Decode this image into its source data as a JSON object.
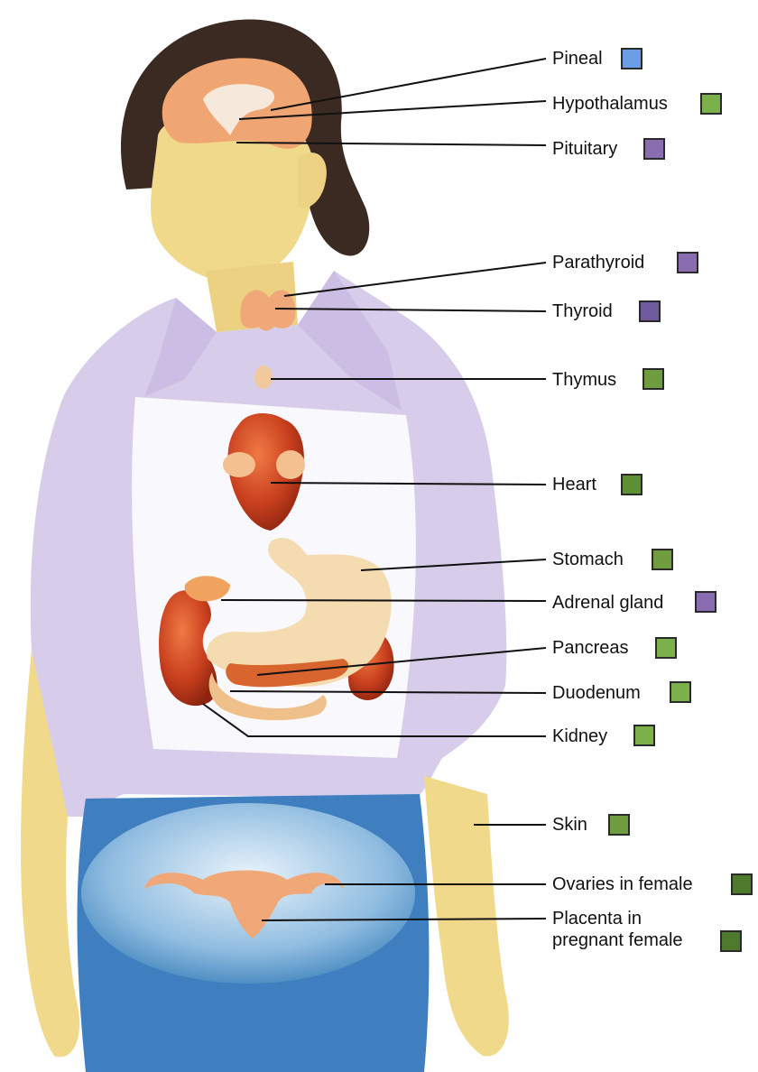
{
  "glands": [
    {
      "id": "pineal",
      "label": "Pineal",
      "color": "#6b9ee6"
    },
    {
      "id": "hypothalamus",
      "label": "Hypothalamus",
      "color": "#7bb04b"
    },
    {
      "id": "pituitary",
      "label": "Pituitary",
      "color": "#8a6cb0"
    },
    {
      "id": "parathyroid",
      "label": "Parathyroid",
      "color": "#8a6cb0"
    },
    {
      "id": "thyroid",
      "label": "Thyroid",
      "color": "#6f5a9e"
    },
    {
      "id": "thymus",
      "label": "Thymus",
      "color": "#6e9c3f"
    },
    {
      "id": "heart",
      "label": "Heart",
      "color": "#5f8f34"
    },
    {
      "id": "stomach",
      "label": "Stomach",
      "color": "#6e9c3f"
    },
    {
      "id": "adrenal-gland",
      "label": "Adrenal gland",
      "color": "#8a6cb0"
    },
    {
      "id": "pancreas",
      "label": "Pancreas",
      "color": "#7bb04b"
    },
    {
      "id": "duodenum",
      "label": "Duodenum",
      "color": "#7bb04b"
    },
    {
      "id": "kidney",
      "label": "Kidney",
      "color": "#7bb04b"
    },
    {
      "id": "skin",
      "label": "Skin",
      "color": "#6e9c3f"
    },
    {
      "id": "ovaries",
      "label": "Ovaries in female",
      "color": "#4f7a2e"
    },
    {
      "id": "placenta",
      "label": "Placenta in\npregnant female",
      "color": "#4f7a2e"
    }
  ]
}
